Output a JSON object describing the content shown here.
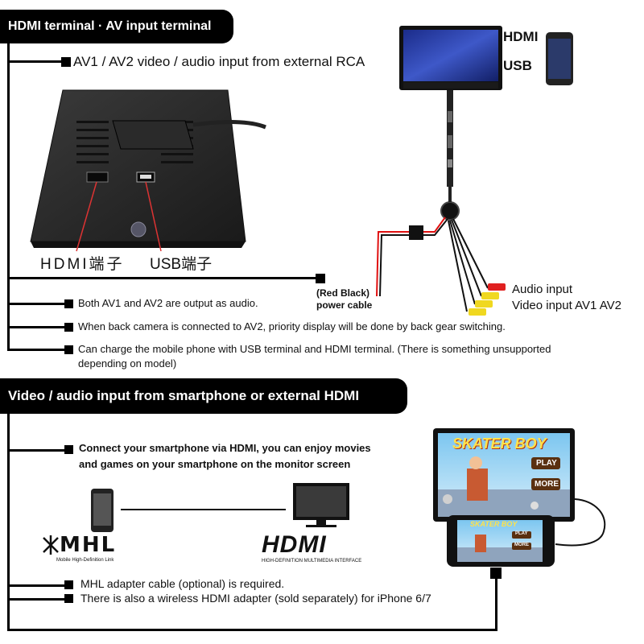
{
  "section1": {
    "title": "HDMI terminal · AV input terminal",
    "av_input": "AV1 / AV2 video / audio input from external RCA",
    "hdmi_port_label": "HDMI端子",
    "usb_port_label": "USB端子",
    "monitor_hdmi_label": "HDMI",
    "monitor_usb_label": "USB",
    "power_cable_line1": "(Red Black)",
    "power_cable_line2": "power cable",
    "audio_input": "Audio input",
    "video_input": "Video input AV1 AV2",
    "notes": [
      "Both AV1 and AV2 are output as audio.",
      "When back camera is connected to AV2, priority display will be done by back gear switching.",
      "Can charge the mobile phone with USB terminal and HDMI terminal. (There is something unsupported depending on model)"
    ]
  },
  "section2": {
    "title": "Video / audio input from smartphone or external HDMI",
    "connect_note_line1": "Connect your smartphone via HDMI, you can enjoy movies",
    "connect_note_line2": "and games on your smartphone on the monitor screen",
    "mhl_logo": "MHL",
    "mhl_tagline": "Mobile High-Definition Link",
    "hdmi_logo": "HDMI",
    "hdmi_tagline": "HIGH-DEFINITION MULTIMEDIA INTERFACE",
    "game_title": "SKATER BOY",
    "game_play": "PLAY",
    "game_more": "MORE",
    "notes": [
      "MHL adapter cable (optional) is required.",
      "There is also a wireless HDMI adapter (sold separately) for iPhone 6/7"
    ]
  },
  "colors": {
    "banner_bg": "#000000",
    "power_red": "#e01010",
    "rca_red": "#e02020",
    "rca_yellow": "#f0d820",
    "screen_blue": "#2a3fa8"
  }
}
